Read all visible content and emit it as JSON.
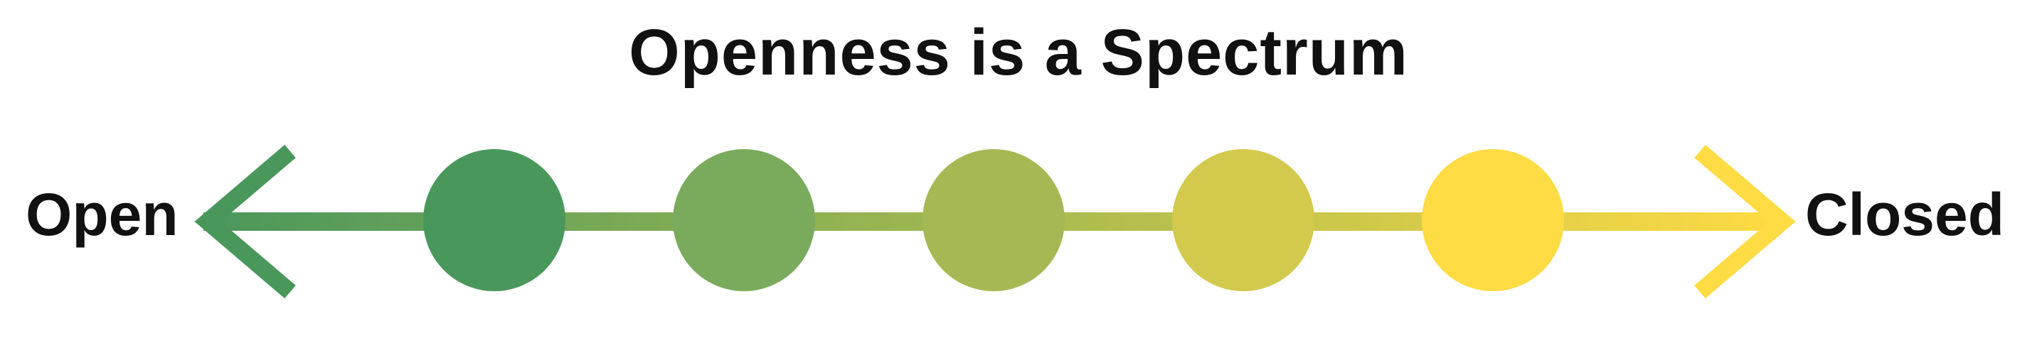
{
  "title": "Openness is a Spectrum",
  "left_label": "Open",
  "right_label": "Closed",
  "colors": {
    "gradient_start": "#4A975C",
    "gradient_end": "#FFDB44",
    "steps": [
      "#4A975C",
      "#7AAA5B",
      "#A6B853",
      "#D3C94D",
      "#FFDB44"
    ],
    "text": "#111111"
  },
  "icons": {
    "left_end": "arrow-left-chevron-icon",
    "right_end": "arrow-right-chevron-icon"
  }
}
